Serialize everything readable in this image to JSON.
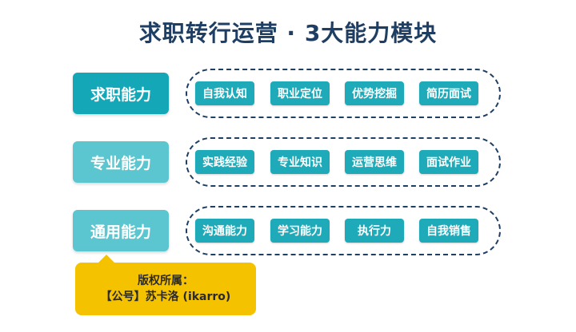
{
  "title": "求职转行运营 · 3大能力模块",
  "modules": [
    {
      "label": "求职能力",
      "color": "#14a7b8",
      "items": [
        "自我认知",
        "职业定位",
        "优势挖掘",
        "简历面试"
      ]
    },
    {
      "label": "专业能力",
      "color": "#5bc6cf",
      "items": [
        "实践经验",
        "专业知识",
        "运营思维",
        "面试作业"
      ]
    },
    {
      "label": "通用能力",
      "color": "#5bc6cf",
      "items": [
        "沟通能力",
        "学习能力",
        "执行力",
        "自我销售"
      ]
    }
  ],
  "chip_color": "#1eaab8",
  "copyright": {
    "line1": "版权所属：",
    "line2": "【公号】苏卡洛 (ikarro)"
  }
}
